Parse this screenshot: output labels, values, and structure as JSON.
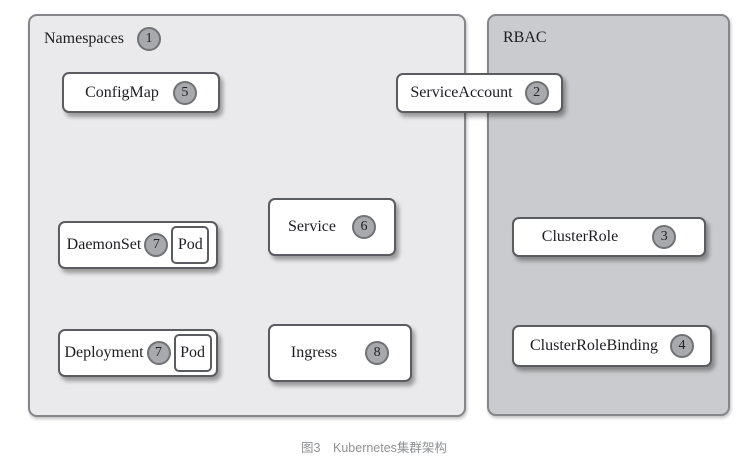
{
  "figure": {
    "caption": "图3　Kubernetes集群架构"
  },
  "panels": {
    "namespaces": {
      "label": "Namespaces",
      "badge": "1"
    },
    "rbac": {
      "label": "RBAC"
    }
  },
  "nodes": {
    "configmap": {
      "label": "ConfigMap",
      "badge": "5"
    },
    "serviceaccount": {
      "label": "ServiceAccount",
      "badge": "2"
    },
    "service": {
      "label": "Service",
      "badge": "6"
    },
    "daemonset": {
      "label": "DaemonSet",
      "badge": "7",
      "pod": "Pod"
    },
    "deployment": {
      "label": "Deployment",
      "badge": "7",
      "pod": "Pod"
    },
    "ingress": {
      "label": "Ingress",
      "badge": "8"
    },
    "clusterrole": {
      "label": "ClusterRole",
      "badge": "3"
    },
    "clusterrolebinding": {
      "label": "ClusterRoleBinding",
      "badge": "4"
    }
  },
  "colors": {
    "namespaces_panel_bg": "#eaeaec",
    "rbac_panel_bg": "#c9cbce",
    "panel_border": "#85868a",
    "node_bg": "#ffffff",
    "node_border": "#5b5c5f",
    "badge_bg": "#a8a9ac",
    "badge_border": "#717275",
    "text": "#1d1d21",
    "caption_text": "#8f9193"
  }
}
